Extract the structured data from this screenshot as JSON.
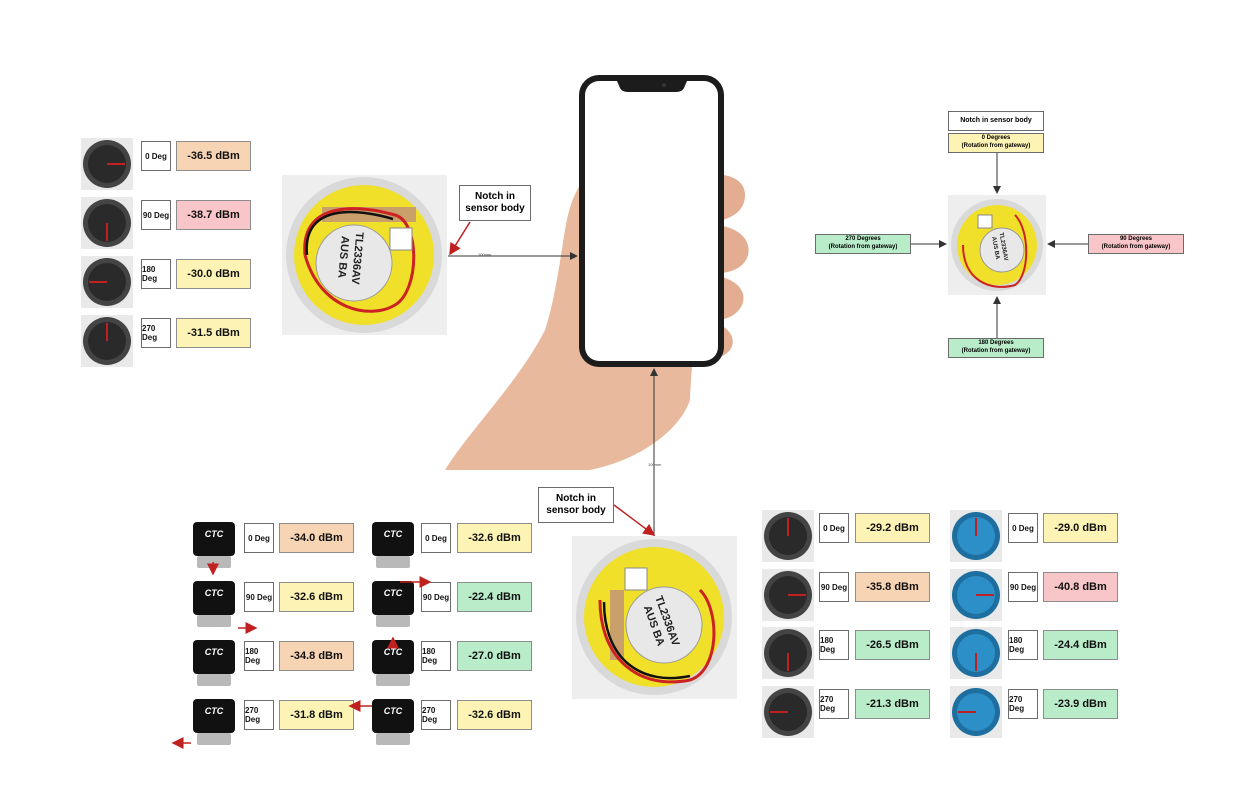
{
  "callouts": {
    "notch_top": "Notch in\nsensor body",
    "notch_bottom": "Notch in\nsensor body",
    "dim_horizontal": "100mm",
    "dim_vertical": "100mm"
  },
  "orientation_legend": {
    "notch": "Notch in sensor body",
    "deg0": "0 Degrees\n(Rotation from gateway)",
    "deg90": "90 Degrees\n(Rotation from gateway)",
    "deg180": "180 Degrees\n(Rotation from gateway)",
    "deg270": "270 Degrees\n(Rotation from gateway)"
  },
  "sensor_label": {
    "line1": "TL2336AV",
    "line2": "AUS BA"
  },
  "groups": {
    "left_dark": [
      {
        "deg": "0 Deg",
        "value": "-36.5 dBm",
        "color": "orange"
      },
      {
        "deg": "90 Deg",
        "value": "-38.7 dBm",
        "color": "pink"
      },
      {
        "deg": "180 Deg",
        "value": "-30.0 dBm",
        "color": "yellow"
      },
      {
        "deg": "270 Deg",
        "value": "-31.5 dBm",
        "color": "yellow"
      }
    ],
    "cylinder_a": [
      {
        "deg": "0 Deg",
        "value": "-34.0 dBm",
        "color": "orange"
      },
      {
        "deg": "90 Deg",
        "value": "-32.6 dBm",
        "color": "yellow"
      },
      {
        "deg": "180 Deg",
        "value": "-34.8 dBm",
        "color": "orange"
      },
      {
        "deg": "270 Deg",
        "value": "-31.8 dBm",
        "color": "yellow"
      }
    ],
    "cylinder_b": [
      {
        "deg": "0 Deg",
        "value": "-32.6 dBm",
        "color": "yellow"
      },
      {
        "deg": "90 Deg",
        "value": "-22.4 dBm",
        "color": "green"
      },
      {
        "deg": "180 Deg",
        "value": "-27.0 dBm",
        "color": "green"
      },
      {
        "deg": "270 Deg",
        "value": "-32.6 dBm",
        "color": "yellow"
      }
    ],
    "right_dark": [
      {
        "deg": "0 Deg",
        "value": "-29.2 dBm",
        "color": "yellow"
      },
      {
        "deg": "90 Deg",
        "value": "-35.8 dBm",
        "color": "orange"
      },
      {
        "deg": "180 Deg",
        "value": "-26.5 dBm",
        "color": "green"
      },
      {
        "deg": "270 Deg",
        "value": "-21.3 dBm",
        "color": "green"
      }
    ],
    "right_blue": [
      {
        "deg": "0 Deg",
        "value": "-29.0 dBm",
        "color": "yellow"
      },
      {
        "deg": "90 Deg",
        "value": "-40.8 dBm",
        "color": "pink"
      },
      {
        "deg": "180 Deg",
        "value": "-24.4 dBm",
        "color": "green"
      },
      {
        "deg": "270 Deg",
        "value": "-23.9 dBm",
        "color": "green"
      }
    ]
  },
  "colors": {
    "yellow": "#fdf3b4",
    "orange": "#f7d4b3",
    "pink": "#f8c5c8",
    "green": "#b9ecc9",
    "arrow": "#c0201f",
    "sensor_body": "#f0e02a"
  }
}
